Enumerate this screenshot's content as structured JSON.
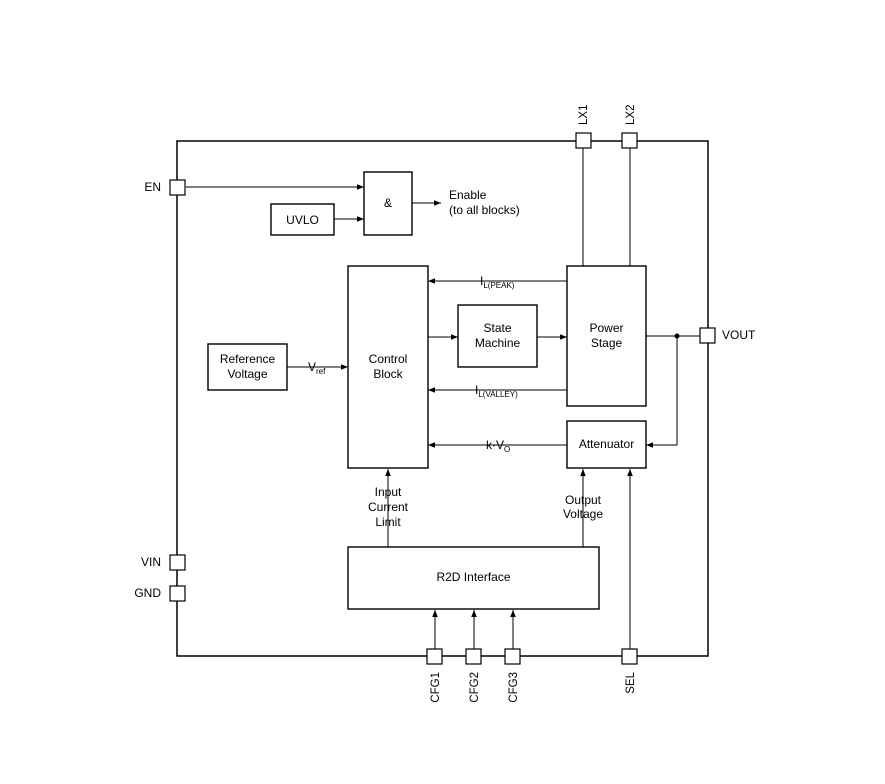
{
  "pins": {
    "en": "EN",
    "vin": "VIN",
    "gnd": "GND",
    "vout": "VOUT",
    "lx1": "LX1",
    "lx2": "LX2",
    "cfg1": "CFG1",
    "cfg2": "CFG2",
    "cfg3": "CFG3",
    "sel": "SEL"
  },
  "blocks": {
    "and_gate": "&",
    "uvlo": "UVLO",
    "reference_voltage": [
      "Reference",
      "Voltage"
    ],
    "control_block": [
      "Control",
      "Block"
    ],
    "state_machine": [
      "State",
      "Machine"
    ],
    "power_stage": [
      "Power",
      "Stage"
    ],
    "attenuator": "Attenuator",
    "r2d_interface": "R2D Interface"
  },
  "signals": {
    "enable": [
      "Enable",
      "(to all blocks)"
    ],
    "vref": {
      "main": "V",
      "sub": "ref"
    },
    "il_peak": {
      "main": "I",
      "sub": "L(PEAK)"
    },
    "il_valley": {
      "main": "I",
      "sub": "L(VALLEY)"
    },
    "k_vo": {
      "main": "k·V",
      "sub": "O"
    },
    "input_current_limit": [
      "Input",
      "Current",
      "Limit"
    ],
    "output_voltage": [
      "Output",
      "Voltage"
    ]
  }
}
